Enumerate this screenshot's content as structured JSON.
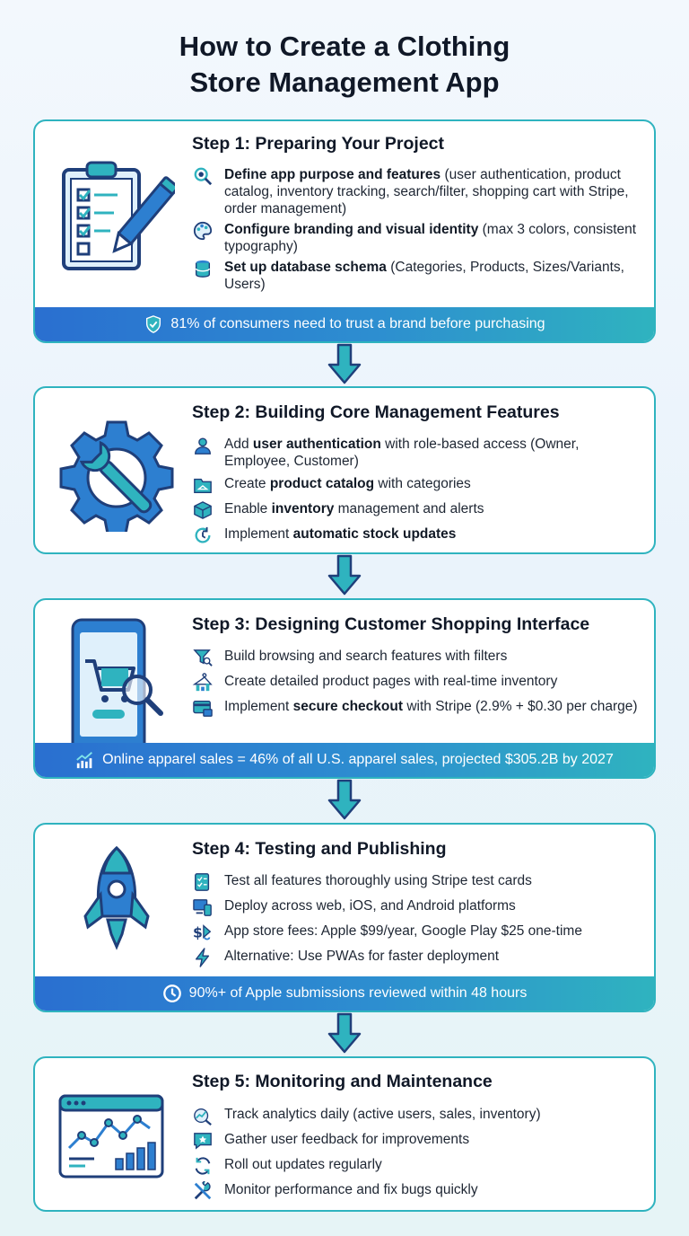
{
  "title_line1": "How to Create a Clothing",
  "title_line2": "Store Management App",
  "colors": {
    "accent": "#2fb3bf",
    "primary": "#2a6fd0",
    "icon_dark": "#1f3f7a"
  },
  "steps": [
    {
      "title": "Step 1: Preparing Your Project",
      "icon": "clipboard-pencil-icon",
      "items": [
        {
          "icon": "search-gear-icon",
          "bold": "Define app purpose and features",
          "text": " (user authentication, product catalog, inventory tracking, search/filter, shopping cart with Stripe, order management)"
        },
        {
          "icon": "palette-icon",
          "bold": "Configure branding and visual identity",
          "text": " (max 3 colors, consistent typography)"
        },
        {
          "icon": "database-icon",
          "bold": "Set up database schema",
          "text": " (Categories, Products, Sizes/Variants, Users)"
        }
      ],
      "banner": {
        "icon": "shield-check-icon",
        "text": "81% of consumers need to trust a brand before purchasing"
      }
    },
    {
      "title": "Step 2: Building Core Management Features",
      "icon": "gear-wrench-icon",
      "items": [
        {
          "icon": "user-icon",
          "pre": "Add ",
          "bold": "user authentication",
          "text": " with role-based access (Owner, Employee, Customer)"
        },
        {
          "icon": "folder-hanger-icon",
          "pre": "Create ",
          "bold": "product catalog",
          "text": " with categories"
        },
        {
          "icon": "box-icon",
          "pre": "Enable ",
          "bold": "inventory",
          "text": " management and alerts"
        },
        {
          "icon": "refresh-clock-icon",
          "pre": "Implement ",
          "bold": "automatic stock updates",
          "text": ""
        }
      ]
    },
    {
      "title": "Step 3: Designing Customer Shopping Interface",
      "icon": "phone-cart-icon",
      "items": [
        {
          "icon": "filter-search-icon",
          "pre": "Build browsing and search features with filters",
          "bold": "",
          "text": ""
        },
        {
          "icon": "hanger-chart-icon",
          "pre": "Create detailed product pages with real-time inventory",
          "bold": "",
          "text": ""
        },
        {
          "icon": "credit-card-lock-icon",
          "pre": "Implement ",
          "bold": "secure checkout",
          "text": " with Stripe (2.9% + $0.30 per charge)"
        }
      ],
      "banner": {
        "icon": "trend-chart-icon",
        "text": "Online apparel sales = 46% of all U.S. apparel sales, projected $305.2B by 2027"
      }
    },
    {
      "title": "Step 4: Testing and Publishing",
      "icon": "rocket-icon",
      "items": [
        {
          "icon": "checklist-icon",
          "pre": "Test all features thoroughly using Stripe test cards",
          "bold": "",
          "text": ""
        },
        {
          "icon": "devices-icon",
          "pre": "Deploy across web, iOS, and Android platforms",
          "bold": "",
          "text": ""
        },
        {
          "icon": "app-store-icon",
          "pre": "App store fees: Apple $99/year, Google Play $25 one-time",
          "bold": "",
          "text": ""
        },
        {
          "icon": "lightning-icon",
          "pre": "Alternative: Use PWAs for faster deployment",
          "bold": "",
          "text": ""
        }
      ],
      "banner": {
        "icon": "clock-icon",
        "text": "90%+ of Apple submissions reviewed within 48 hours"
      }
    },
    {
      "title": "Step 5: Monitoring and Maintenance",
      "icon": "dashboard-chart-icon",
      "items": [
        {
          "icon": "analytics-icon",
          "pre": "Track analytics daily (active users, sales, inventory)",
          "bold": "",
          "text": ""
        },
        {
          "icon": "feedback-star-icon",
          "pre": "Gather user feedback for improvements",
          "bold": "",
          "text": ""
        },
        {
          "icon": "refresh-icon",
          "pre": "Roll out updates regularly",
          "bold": "",
          "text": ""
        },
        {
          "icon": "tools-icon",
          "pre": "Monitor performance and fix bugs quickly",
          "bold": "",
          "text": ""
        }
      ]
    }
  ]
}
